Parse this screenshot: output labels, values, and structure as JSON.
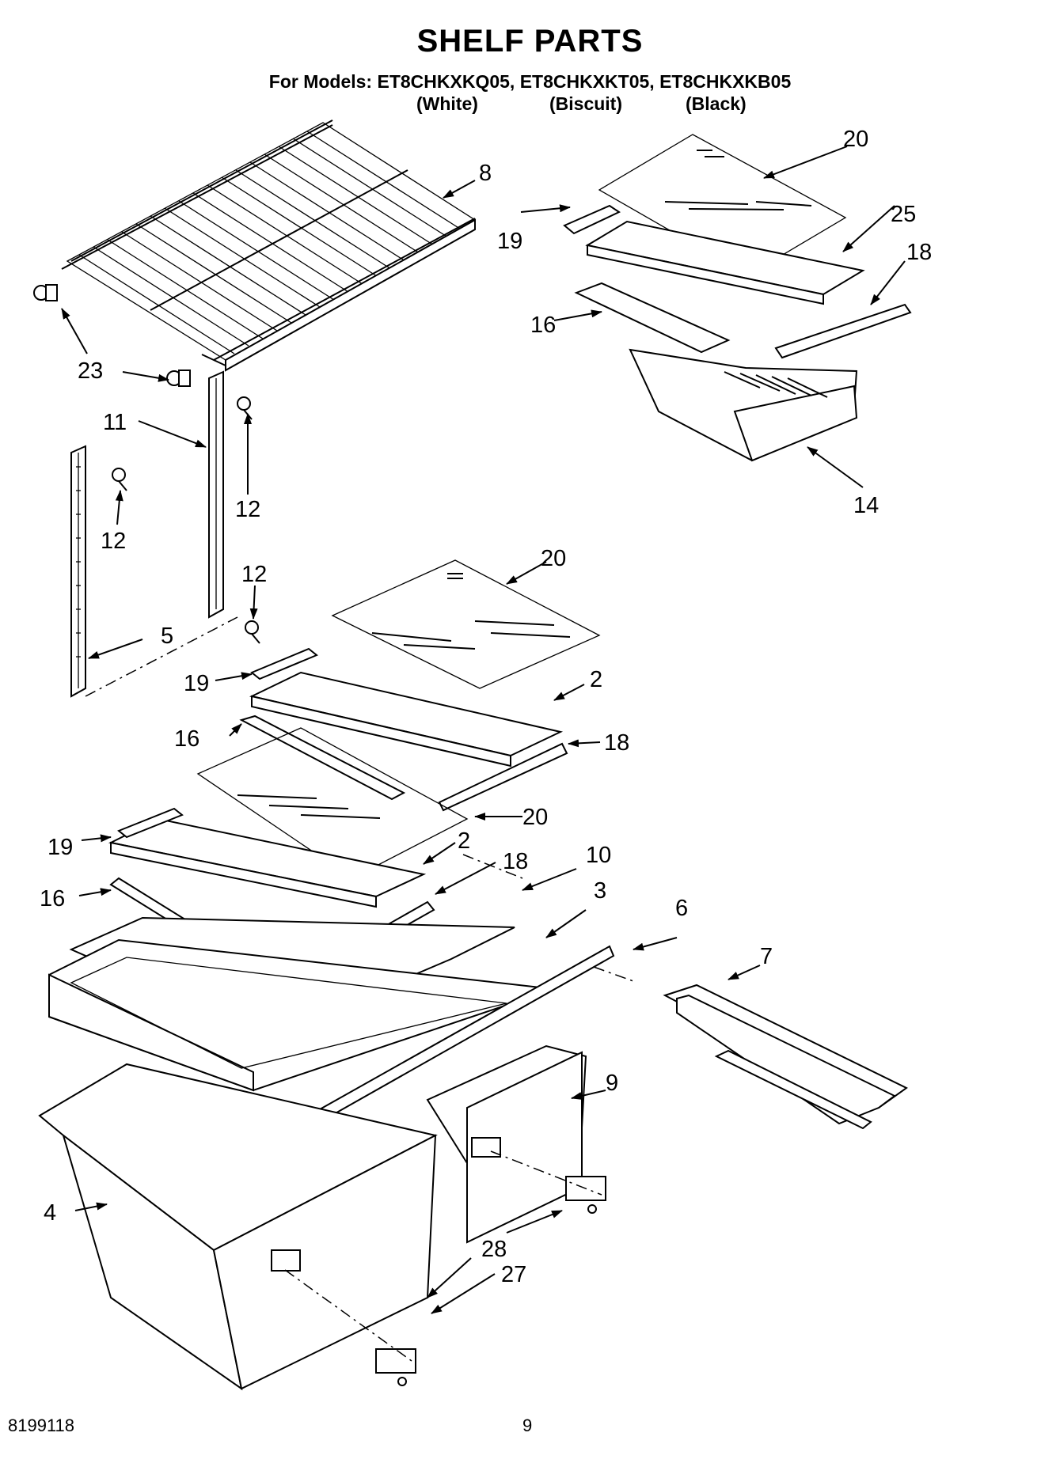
{
  "header": {
    "title": "SHELF PARTS",
    "models_line": "For Models: ET8CHKXKQ05, ET8CHKXKT05, ET8CHKXKB05",
    "colors": [
      "(White)",
      "(Biscuit)",
      "(Black)"
    ]
  },
  "callouts": {
    "c20a": "20",
    "c8": "8",
    "c25": "25",
    "c19a": "19",
    "c18a": "18",
    "c16a": "16",
    "c23": "23",
    "c11": "11",
    "c12a": "12",
    "c12b": "12",
    "c14": "14",
    "c12c": "12",
    "c20b": "20",
    "c5": "5",
    "c19b": "19",
    "c2a": "2",
    "c16b": "16",
    "c18b": "18",
    "c20c": "20",
    "c19c": "19",
    "c2b": "2",
    "c18c": "18",
    "c10": "10",
    "c16c": "16",
    "c3": "3",
    "c6": "6",
    "c7": "7",
    "c9": "9",
    "c4": "4",
    "c28": "28",
    "c27": "27"
  },
  "footer": {
    "doc_number": "8199118",
    "page_number": "9"
  }
}
